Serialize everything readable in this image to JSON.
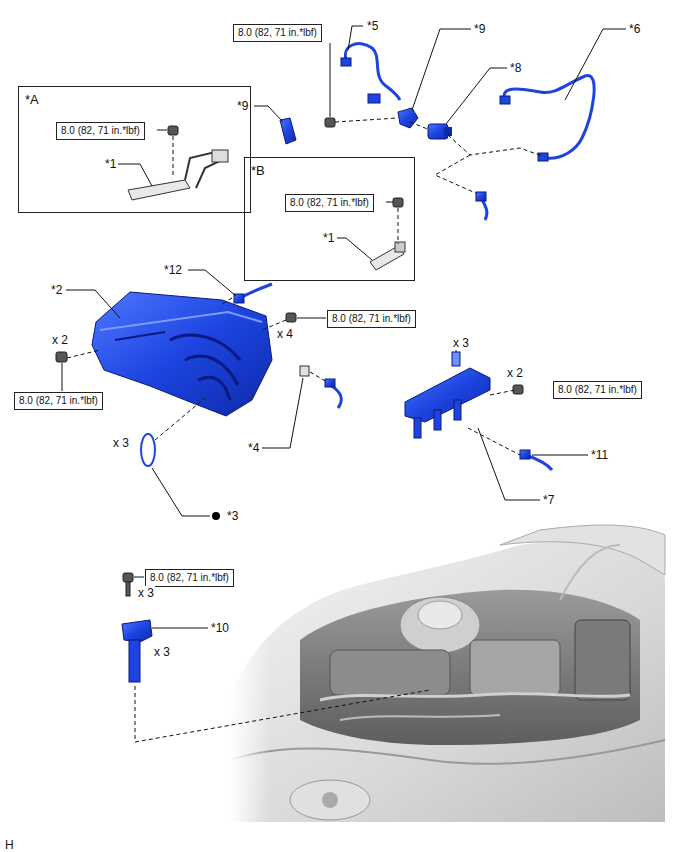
{
  "diagram": {
    "nodes": [
      {
        "text": [
          "8.0 (82, 71 in.*lbf)"
        ]
      },
      {
        "text": [
          "*A"
        ]
      },
      {
        "text": [
          "8.0 (82, 71 in.*lbf)"
        ],
        "in": 1
      },
      {
        "text": [
          "*B"
        ]
      },
      {
        "text": [
          "8.0 (82, 71 in.*lbf)"
        ],
        "in": 3
      },
      {
        "text": [
          "8.0 (82, 71 in.*lbf)"
        ]
      },
      {
        "text": [
          "8.0 (82, 71 in.*lbf)"
        ]
      },
      {
        "text": [
          "8.0 (82, 71 in.*lbf)"
        ]
      },
      {
        "text": [
          "8.0 (82, 71 in.*lbf)"
        ]
      }
    ],
    "labels": [
      "*5",
      "*9",
      "*6",
      "*8",
      "*9",
      "*1",
      "*1",
      "*12",
      "*2",
      "x 4",
      "x 3",
      "x 2",
      "x 2",
      "*4",
      "x 3",
      "*11",
      "*7",
      "*3",
      "x 3",
      "*10",
      "x 3",
      "H"
    ]
  }
}
